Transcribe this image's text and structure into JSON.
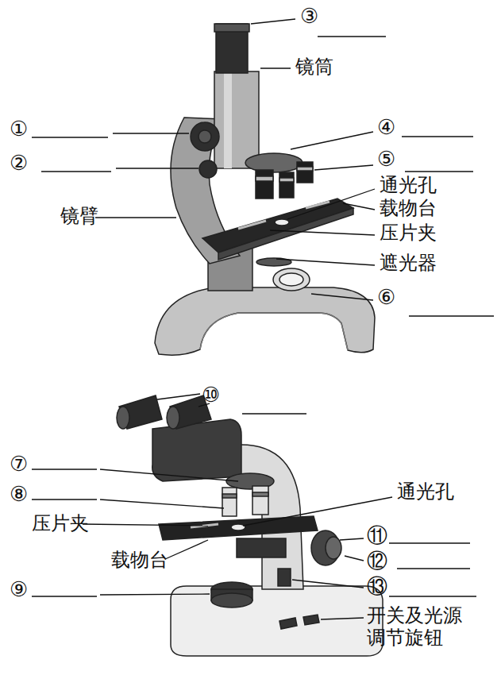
{
  "diagram": {
    "labels": [
      "③",
      "镜筒",
      "①",
      "④",
      "②",
      "⑤",
      "通光孔",
      "载物台",
      "镜臂",
      "压片夹",
      "遮光器",
      "⑥",
      "⑩",
      "⑦",
      "⑧",
      "通光孔",
      "压片夹",
      "⑪",
      "载物台",
      "⑫",
      "⑨",
      "⑬",
      "开关及光源 调节旋钮"
    ]
  }
}
